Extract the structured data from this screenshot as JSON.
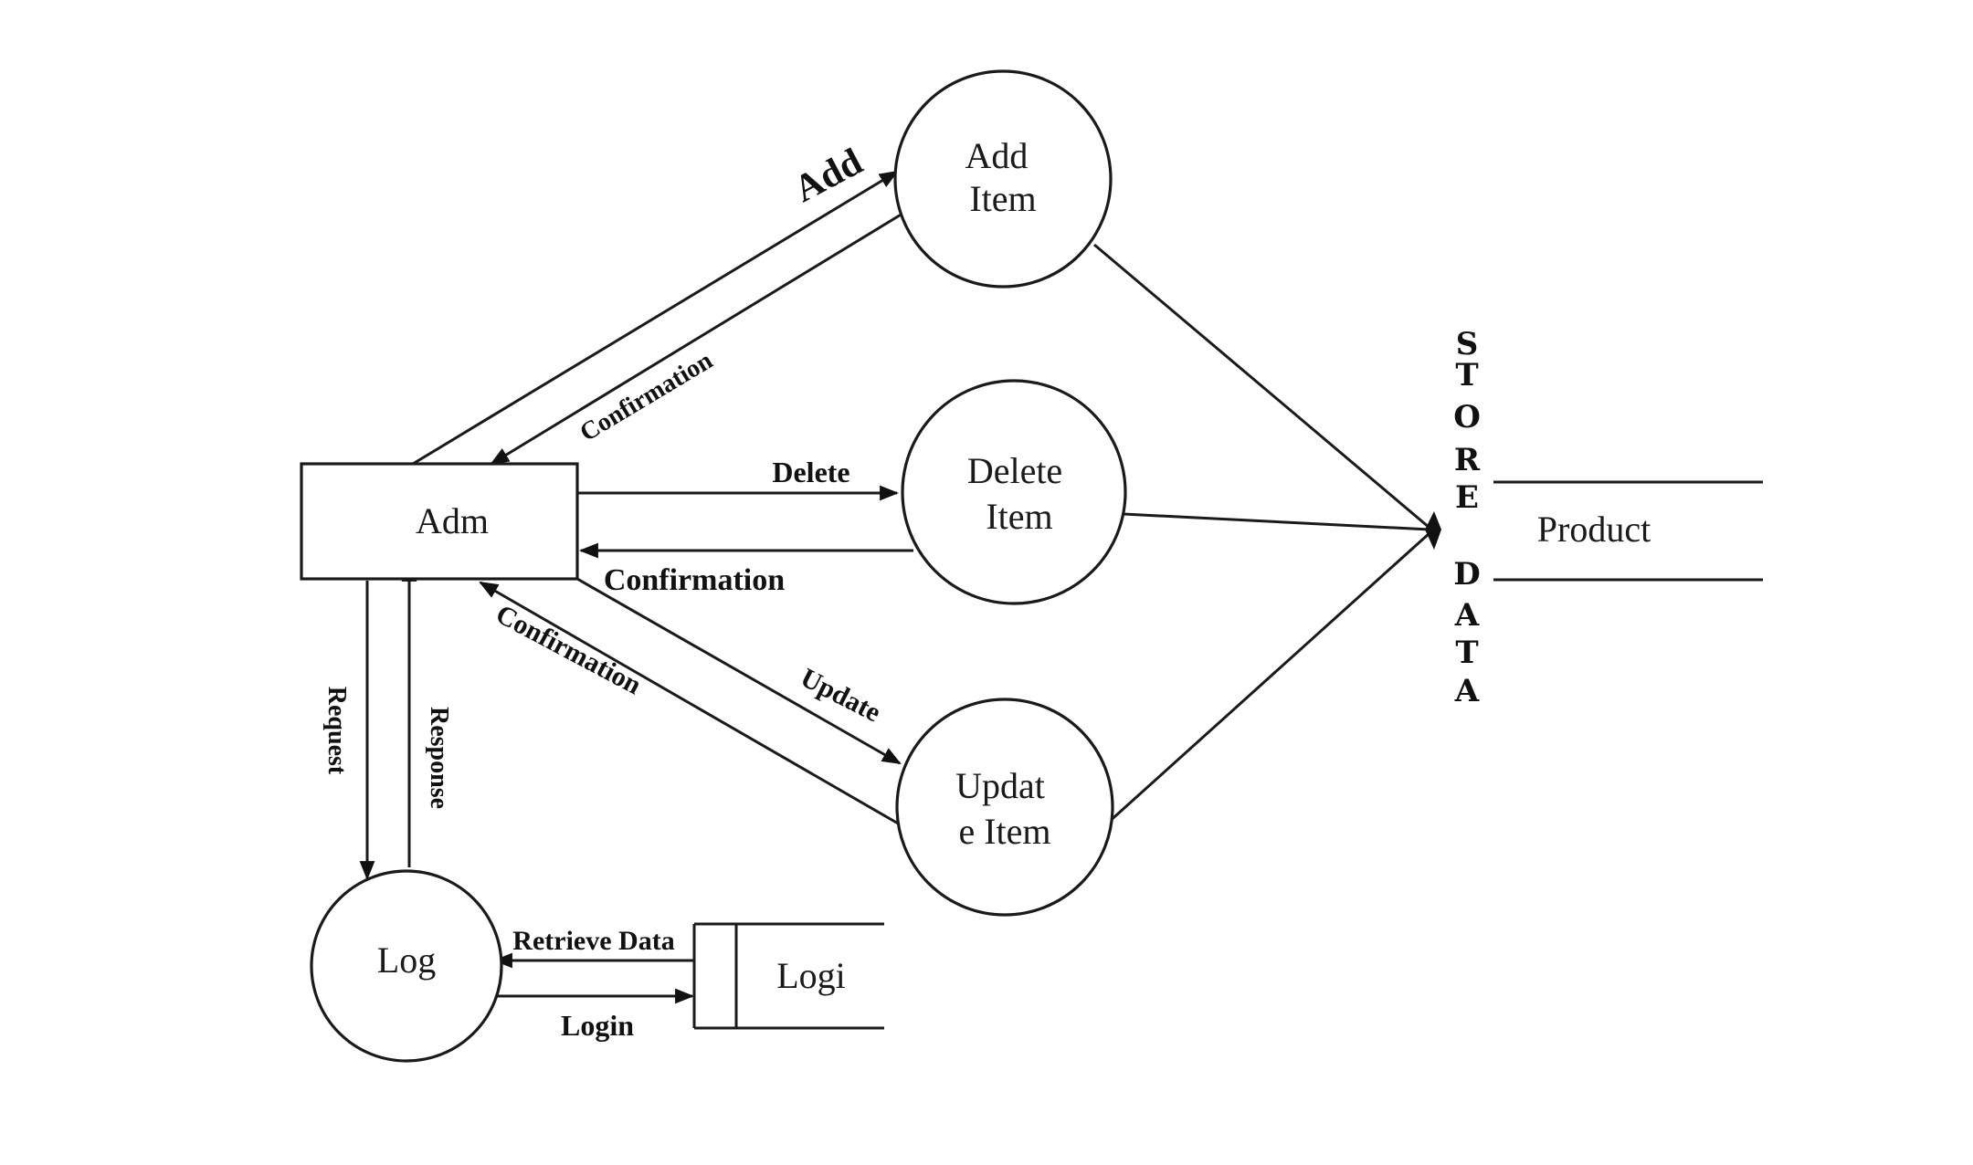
{
  "diagram": {
    "entities": {
      "admin": "Adm"
    },
    "processes": {
      "add_item": [
        "Add",
        "Item"
      ],
      "delete_item": [
        "Delete",
        "Item"
      ],
      "update_item": [
        "Updat",
        "e Item"
      ],
      "log": "Log"
    },
    "stores": {
      "login_store": "Logi",
      "product_store": "Product",
      "store_data_vertical": [
        "S",
        "T",
        "O",
        "R",
        "E",
        "D",
        "A",
        "T",
        "A"
      ]
    },
    "flows": {
      "add": "Add",
      "add_confirmation": "Confirmation",
      "delete": "Delete",
      "delete_confirmation": "Confirmation",
      "update": "Update",
      "update_confirmation": "Confirmation",
      "request": "Request",
      "response": "Response",
      "retrieve_data": "Retrieve Data",
      "login": "Login"
    }
  }
}
